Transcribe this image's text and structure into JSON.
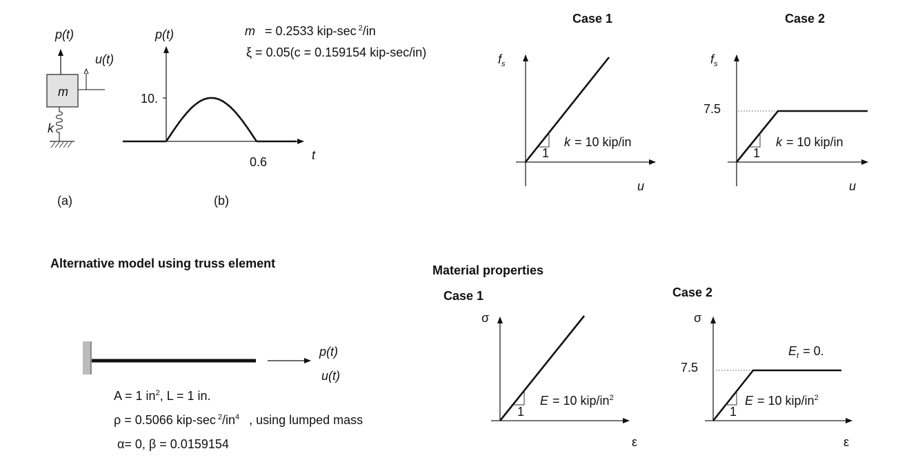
{
  "sdof": {
    "force_label": "p(t)",
    "disp_label": "u(t)",
    "mass_label": "m",
    "spring_label": "k",
    "caption_a": "(a)",
    "caption_b": "(b)"
  },
  "load_plot": {
    "ylabel": "p(t)",
    "xlabel": "t",
    "peak_tick": "10.",
    "end_tick": "0.6",
    "peak_value": 10,
    "duration": 0.6
  },
  "params": {
    "m_sym": "m",
    "m_text": "= 0.2533 kip-sec",
    "m_exp": "2",
    "m_unit": "/in",
    "xi_text": "ξ = 0.05(c = 0.159154 kip-sec/in)"
  },
  "spring_cases": [
    {
      "title": "Case 1",
      "ylabel": "f",
      "ysub": "s",
      "xlabel": "u",
      "slope_sym": "k",
      "slope_text": "= 10 kip/in",
      "slope_one": "1"
    },
    {
      "title": "Case 2",
      "ylabel": "f",
      "ysub": "s",
      "xlabel": "u",
      "slope_sym": "k",
      "slope_text": "= 10 kip/in",
      "slope_one": "1",
      "yield_tick": "7.5"
    }
  ],
  "truss": {
    "heading": "Alternative model using truss element",
    "force_label": "p(t)",
    "disp_label": "u(t)",
    "area_text": "A = 1 in",
    "area_exp": "2",
    "length_text": ", L = 1 in.",
    "rho_text": "ρ = 0.5066 kip-sec",
    "rho_exp": "2",
    "rho_unit": "/in",
    "rho_exp2": "4",
    "lumped_text": ", using lumped mass",
    "damping_text": "α= 0,  β = 0.0159154"
  },
  "material": {
    "heading": "Material properties",
    "cases": [
      {
        "title": "Case 1",
        "ylabel": "σ",
        "xlabel": "ε",
        "slope_sym": "E",
        "slope_text": "= 10 kip/in",
        "slope_exp": "2",
        "slope_one": "1"
      },
      {
        "title": "Case 2",
        "ylabel": "σ",
        "xlabel": "ε",
        "slope_sym": "E",
        "slope_text": "= 10 kip/in",
        "slope_exp": "2",
        "slope_one": "1",
        "yield_tick": "7.5",
        "et_sym": "E",
        "et_sub": "t",
        "et_text": "= 0."
      }
    ]
  }
}
